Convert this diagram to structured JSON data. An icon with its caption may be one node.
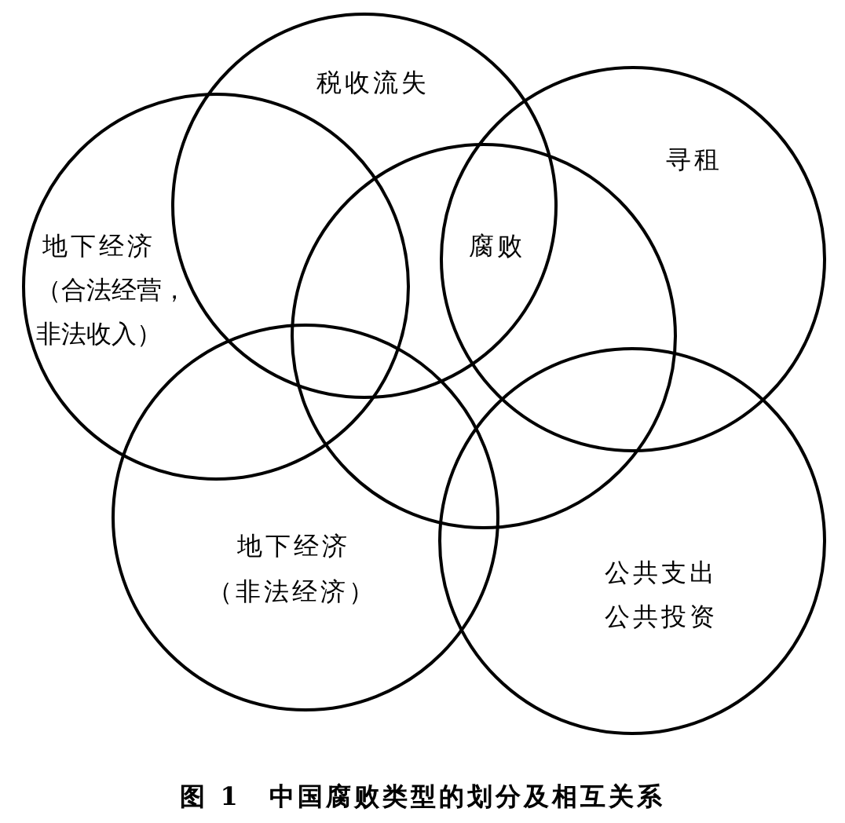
{
  "diagram": {
    "caption": "图 1　中国腐败类型的划分及相互关系",
    "nodes": [
      {
        "text": [
          "税收流失"
        ]
      },
      {
        "text": [
          "地下经济",
          "（合法经营，非法收入）"
        ]
      },
      {
        "text": [
          "腐败"
        ]
      },
      {
        "text": [
          "寻租"
        ]
      },
      {
        "text": [
          "地下经济",
          "（非法经济）"
        ]
      },
      {
        "text": [
          "公共支出",
          "公共投资"
        ]
      }
    ]
  }
}
